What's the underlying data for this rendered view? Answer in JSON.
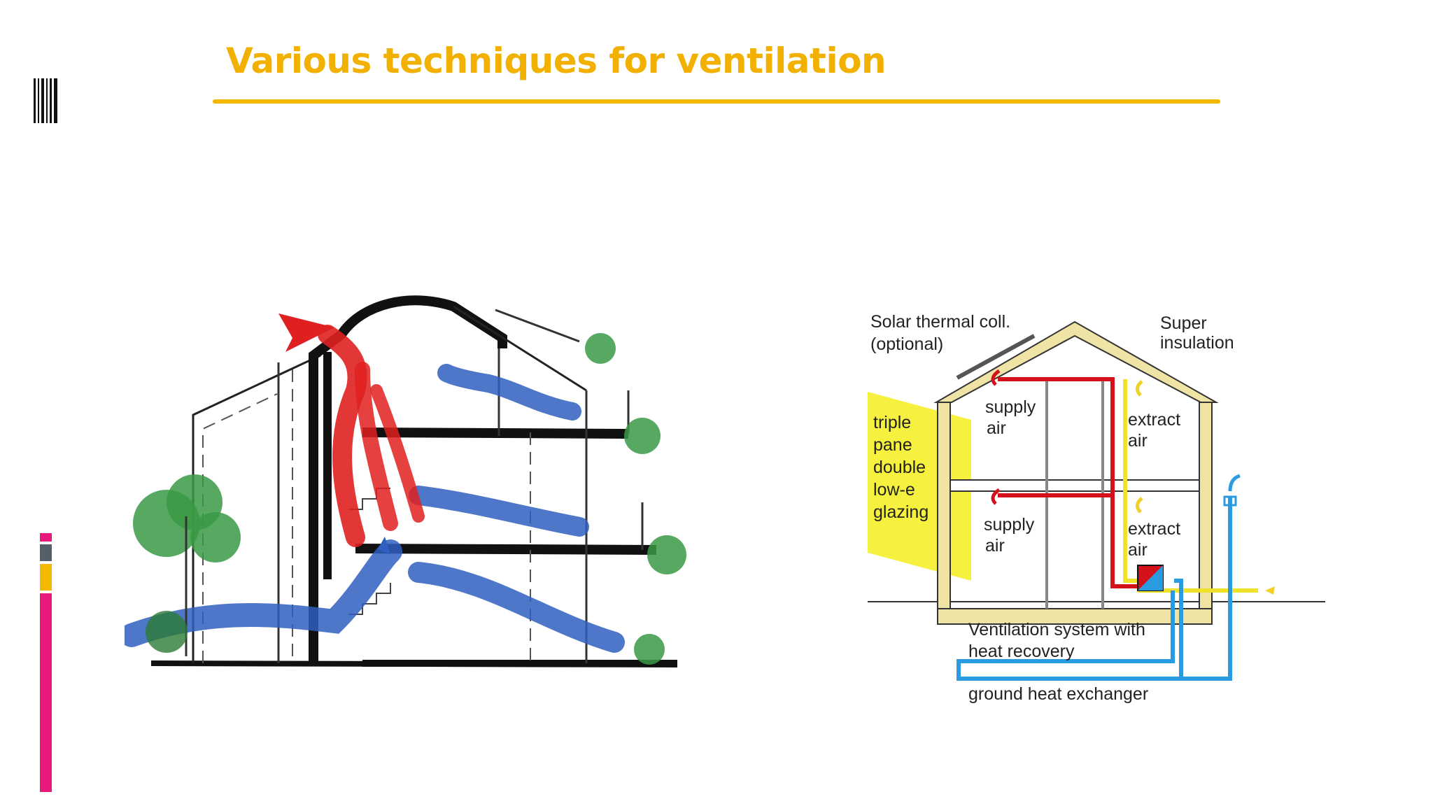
{
  "slide": {
    "title": "Various techniques for ventilation"
  },
  "colors": {
    "title": "#f2b000",
    "rule": "#f5b800",
    "accent_pink": "#e8197a",
    "accent_gray": "#555e6b",
    "accent_yellow": "#f5b800",
    "supply_red": "#d4101a",
    "ground_blue": "#2a9be0",
    "insulation": "#efe3a6"
  },
  "right_diagram": {
    "labels": {
      "solar_line1": "Solar thermal coll.",
      "solar_line2": "(optional)",
      "super_line1": "Super",
      "super_line2": "insulation",
      "supply_top_1": "supply",
      "supply_top_2": "air",
      "extract_top_1": "extract",
      "extract_top_2": "air",
      "glazing_1": "triple",
      "glazing_2": "pane",
      "glazing_3": "double",
      "glazing_4": "low-e",
      "glazing_5": "glazing",
      "supply_bot_1": "supply",
      "supply_bot_2": "air",
      "extract_bot_1": "extract",
      "extract_bot_2": "air",
      "vent_1": "Ventilation system with",
      "vent_2": "heat recovery",
      "ground": "ground heat exchanger"
    }
  }
}
